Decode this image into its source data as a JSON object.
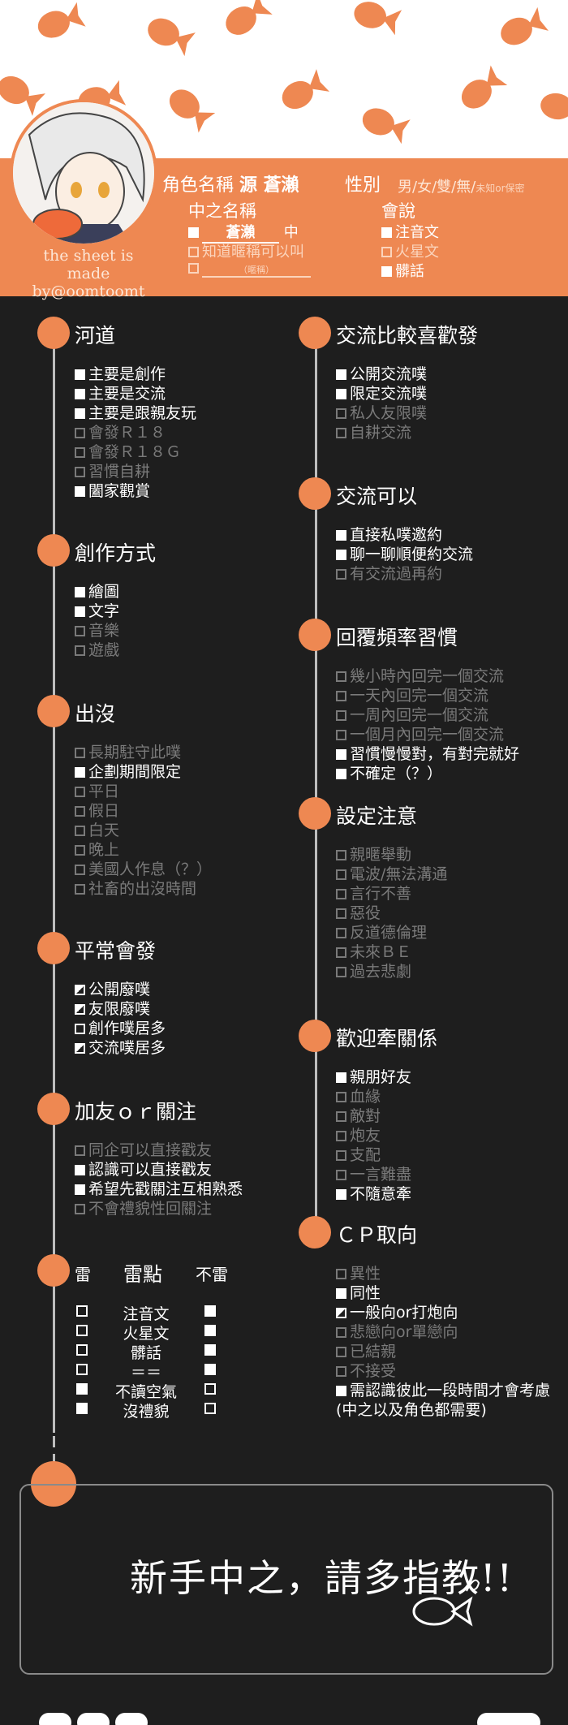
{
  "header": {
    "char_name_label": "角色名稱",
    "char_name_value": "源 蒼瀨",
    "gender_label": "性別",
    "gender_options": "男/女/雙/無/",
    "gender_extra": "未知or保密",
    "pl_name_label": "中之名稱",
    "pl_name_value": "蒼瀨",
    "pl_name_suffix": "中",
    "pl_name_opt2": "知道暱稱可以叫",
    "pl_name_opt3": "（暱稱）",
    "lang_label": "會說",
    "lang_items": [
      {
        "label": "注音文",
        "on": true
      },
      {
        "label": "火星文",
        "on": false
      },
      {
        "label": "髒話",
        "on": true
      }
    ],
    "credit_line1": "the sheet is",
    "credit_line2": "made by@oomtoomt"
  },
  "left": {
    "river": {
      "title": "河道",
      "items": [
        {
          "label": "主要是創作",
          "on": true
        },
        {
          "label": "主要是交流",
          "on": true
        },
        {
          "label": "主要是跟親友玩",
          "on": true
        },
        {
          "label": "會發Ｒ１８",
          "on": false
        },
        {
          "label": "會發Ｒ１８Ｇ",
          "on": false
        },
        {
          "label": "習慣自耕",
          "on": false
        },
        {
          "label": "闔家觀賞",
          "on": true
        }
      ]
    },
    "create": {
      "title": "創作方式",
      "items": [
        {
          "label": "繪圖",
          "on": true
        },
        {
          "label": "文字",
          "on": true
        },
        {
          "label": "音樂",
          "on": false
        },
        {
          "label": "遊戲",
          "on": false
        }
      ]
    },
    "appear": {
      "title": "出沒",
      "items": [
        {
          "label": "長期駐守此噗",
          "on": false
        },
        {
          "label": "企劃期間限定",
          "on": true
        },
        {
          "label": "平日",
          "on": false
        },
        {
          "label": "假日",
          "on": false
        },
        {
          "label": "白天",
          "on": false
        },
        {
          "label": "晚上",
          "on": false
        },
        {
          "label": "美國人作息（？）",
          "on": false
        },
        {
          "label": "社畜的出沒時間",
          "on": false
        }
      ]
    },
    "usual": {
      "title": "平常會發",
      "items": [
        {
          "label": "公開廢噗",
          "style": "half"
        },
        {
          "label": "友限廢噗",
          "style": "half"
        },
        {
          "label": "創作噗居多",
          "style": "open"
        },
        {
          "label": "交流噗居多",
          "style": "half"
        }
      ]
    },
    "friend": {
      "title": "加友ｏｒ關注",
      "items": [
        {
          "label": "同企可以直接戳友",
          "on": false
        },
        {
          "label": "認識可以直接戳友",
          "on": true
        },
        {
          "label": "希望先戳關注互相熟悉",
          "on": true
        },
        {
          "label": "不會禮貌性回關注",
          "on": false
        }
      ]
    },
    "mine": {
      "col_left": "雷",
      "col_mid": "雷點",
      "col_right": "不雷",
      "rows": [
        {
          "label": "注音文",
          "left": false,
          "right": true
        },
        {
          "label": "火星文",
          "left": false,
          "right": true
        },
        {
          "label": "髒話",
          "left": false,
          "right": true
        },
        {
          "label": "＝＝",
          "left": false,
          "right": true
        },
        {
          "label": "不讀空氣",
          "left": true,
          "right": false
        },
        {
          "label": "沒禮貌",
          "left": true,
          "right": false
        }
      ]
    }
  },
  "right": {
    "prefer": {
      "title": "交流比較喜歡發",
      "items": [
        {
          "label": "公開交流噗",
          "on": true
        },
        {
          "label": "限定交流噗",
          "on": true
        },
        {
          "label": "私人友限噗",
          "on": false
        },
        {
          "label": "自耕交流",
          "on": false
        }
      ]
    },
    "can": {
      "title": "交流可以",
      "items": [
        {
          "label": "直接私噗邀約",
          "on": true
        },
        {
          "label": "聊一聊順便約交流",
          "on": true
        },
        {
          "label": "有交流過再約",
          "on": false
        }
      ]
    },
    "reply": {
      "title": "回覆頻率習慣",
      "items": [
        {
          "label": "幾小時內回完一個交流",
          "on": false
        },
        {
          "label": "一天內回完一個交流",
          "on": false
        },
        {
          "label": "一周內回完一個交流",
          "on": false
        },
        {
          "label": "一個月內回完一個交流",
          "on": false
        },
        {
          "label": "習慣慢慢對，有對完就好",
          "on": true
        },
        {
          "label": "不確定（？）",
          "on": true
        }
      ]
    },
    "notice": {
      "title": "設定注意",
      "items": [
        {
          "label": "親暱舉動",
          "on": false
        },
        {
          "label": "電波/無法溝通",
          "on": false
        },
        {
          "label": "言行不善",
          "on": false
        },
        {
          "label": "惡役",
          "on": false
        },
        {
          "label": "反道德倫理",
          "on": false
        },
        {
          "label": "未來ＢＥ",
          "on": false
        },
        {
          "label": "過去悲劇",
          "on": false
        }
      ]
    },
    "relation": {
      "title": "歡迎牽關係",
      "items": [
        {
          "label": "親朋好友",
          "on": true
        },
        {
          "label": "血緣",
          "on": false
        },
        {
          "label": "敵對",
          "on": false
        },
        {
          "label": "炮友",
          "on": false
        },
        {
          "label": "支配",
          "on": false
        },
        {
          "label": "一言難盡",
          "on": false
        },
        {
          "label": "不隨意牽",
          "on": true
        }
      ]
    },
    "cp": {
      "title": "ＣＰ取向",
      "items": [
        {
          "label": "異性",
          "style": "off"
        },
        {
          "label": "同性",
          "style": "on"
        },
        {
          "label": "一般向or打炮向",
          "style": "half"
        },
        {
          "label": "悲戀向or單戀向",
          "style": "off"
        },
        {
          "label": "已結親",
          "style": "off"
        },
        {
          "label": "不接受",
          "style": "off"
        },
        {
          "label": "需認識彼此一段時間才會考慮",
          "style": "on"
        }
      ],
      "note": "(中之以及角色都需要)"
    }
  },
  "footer": {
    "message": "新手中之，請多指教!!"
  },
  "colors": {
    "accent": "#ee8852",
    "background": "#1e1e1e",
    "inactive": "#7a7a7a"
  }
}
